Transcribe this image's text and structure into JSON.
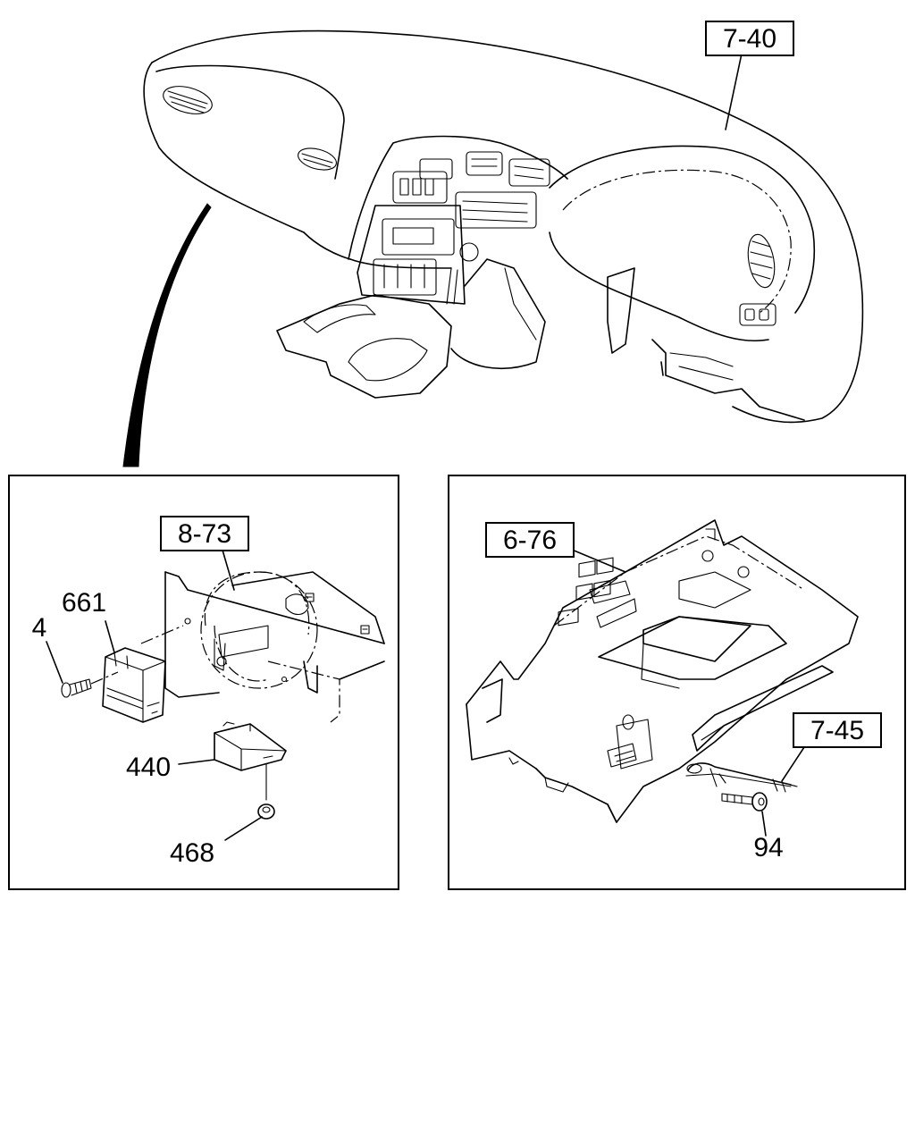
{
  "references": {
    "dashboard": "7-40",
    "steering_column": "8-73",
    "console": "6-76",
    "cable": "7-45"
  },
  "parts": {
    "screw": "4",
    "relay": "661",
    "control_unit": "440",
    "nut": "468",
    "bolt": "94"
  }
}
